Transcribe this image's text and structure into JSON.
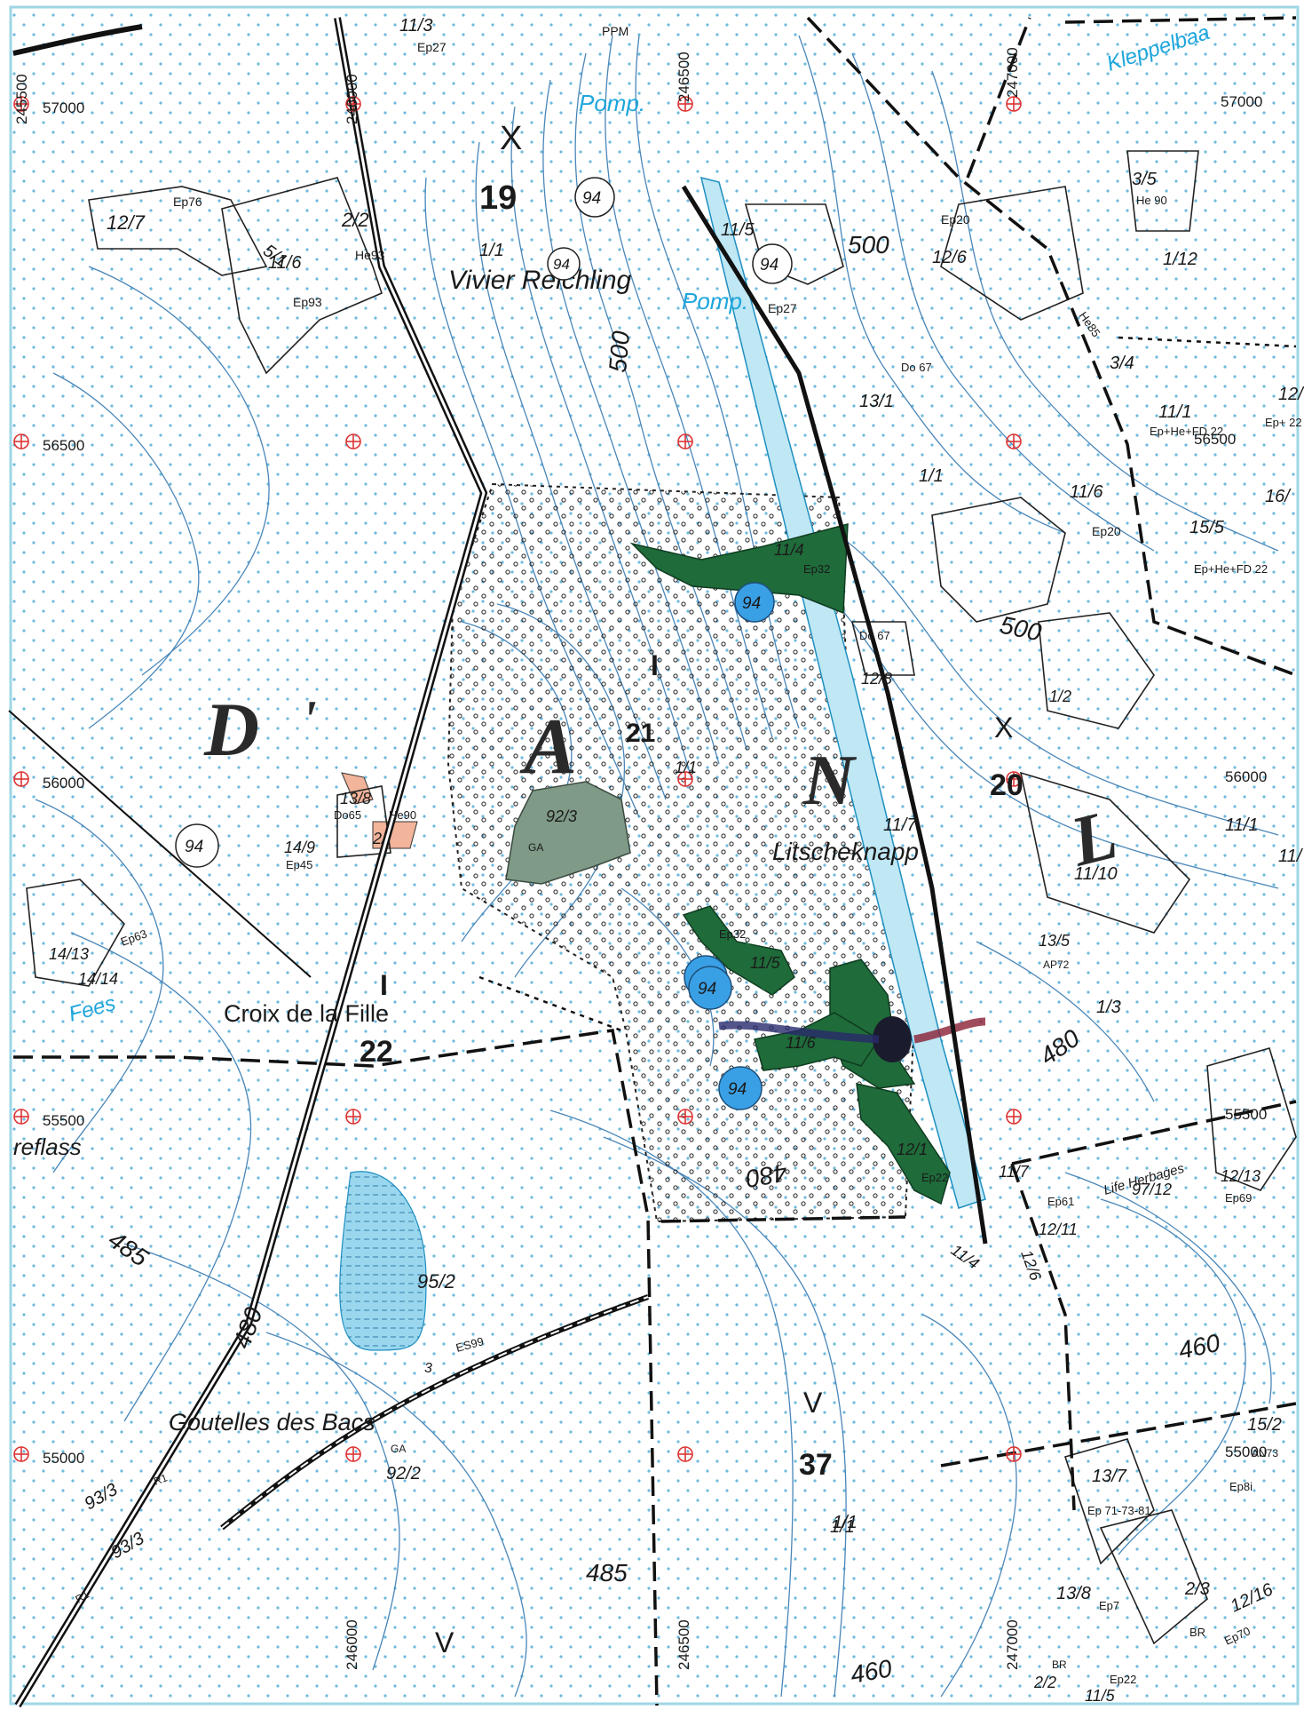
{
  "map": {
    "region_letters": [
      "D",
      "A",
      "N",
      "L"
    ],
    "apostrophe": "'",
    "places": {
      "vivier": "Vivier Reichling",
      "litscheknapp": "Litscheknapp",
      "croix": "Croix de la Fille",
      "goutelles": "Goutelles des Bacs",
      "feeflass": "reflass",
      "fees": "Fees",
      "kleppelbaa": "Kleppelbaa",
      "pomp1": "Pomp.",
      "pomp2": "Pomp.",
      "ppm": "PPM",
      "life_herbages": "Life Herbages"
    },
    "division_numbers": [
      "19",
      "20",
      "21",
      "22",
      "37"
    ],
    "division_marks": [
      "X",
      "X",
      "I",
      "I",
      "V",
      "V"
    ],
    "elevations": [
      "500",
      "500",
      "500",
      "480",
      "480",
      "485",
      "485",
      "460",
      "460",
      "480"
    ],
    "grid_labels": [
      "57000",
      "57000",
      "56500",
      "56500",
      "56000",
      "56000",
      "55500",
      "55500",
      "55000",
      "55000",
      "245500",
      "246000",
      "246500",
      "247000",
      "246000",
      "246500",
      "247000"
    ],
    "parcels": [
      "11/3",
      "12/7",
      "2/2",
      "1/1",
      "11/6",
      "5/1",
      "11/5",
      "12/6",
      "3/5",
      "1/12",
      "3/4",
      "11/1",
      "12/",
      "13/1",
      "1/1",
      "11/6",
      "16/",
      "15/5",
      "11/4",
      "12/8",
      "1/2",
      "1/1",
      "11/7",
      "11/10",
      "11/1",
      "11/",
      "13/8",
      "2/",
      "14/9",
      "14/13",
      "14/14",
      "92/3",
      "11/5",
      "11/6",
      "13/5",
      "1/3",
      "1/1",
      "12/1",
      "11/7",
      "12/11",
      "97/12",
      "12/13",
      "11/4",
      "12/6",
      "95/2",
      "3",
      "92/2",
      "15/2",
      "13/7",
      "1/1",
      "93/3",
      "93/3",
      "13/8",
      "2/3",
      "12/16",
      "2/2",
      "11/5"
    ],
    "stand_codes": [
      "Ep27",
      "Ep76",
      "He93",
      "Ep93",
      "Ep20",
      "He 90",
      "Ep27",
      "He85",
      "Do 67",
      "Ep+He+FD 22",
      "Ep+ 22",
      "Ep20",
      "Ep+He+FD 22",
      "Ep32",
      "Do 67",
      "Do65",
      "He90",
      "Ep45",
      "Ep63",
      "GA",
      "Ep32",
      "AP72",
      "Ep22",
      "Ep61",
      "Ep69",
      "ES99",
      "GA",
      "R1",
      "R1",
      "AN73",
      "Ep8i",
      "Ep 71-73-81",
      "Ep7",
      "BR",
      "Ep70",
      "BR",
      "Ep22"
    ],
    "circle_labels": [
      "94",
      "94",
      "94",
      "94",
      "94",
      "94",
      "94",
      "94"
    ],
    "colors": {
      "background": "#ffffff",
      "contour": "#4a86b8",
      "forest_green": "#1f6b3a",
      "blue_circle": "#3aa0e6",
      "water": "#8fd0ea",
      "grey_green": "#7f9a86",
      "salmon": "#f2b49a",
      "grid_red": "#d33333"
    }
  }
}
